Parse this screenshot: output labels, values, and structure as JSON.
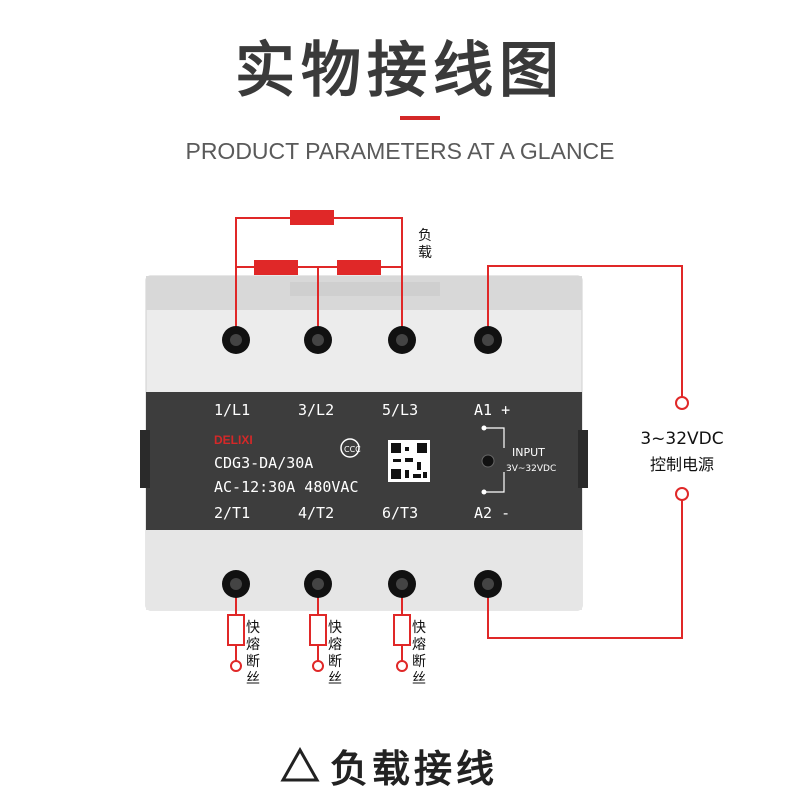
{
  "title": "实物接线图",
  "subtitle": "PRODUCT PARAMETERS AT A GLANCE",
  "footer_text": "负载接线",
  "load_label": "负载",
  "power": {
    "voltage": "3~32VDC",
    "label": "控制电源"
  },
  "fuse_label": "快熔断丝",
  "device": {
    "brand": "DELIXI",
    "model": "CDG3-DA/30A",
    "rating": "AC-12:30A 480VAC",
    "input_label": "INPUT",
    "input_range": "3V~32VDC",
    "top_terminals": [
      "1/L1",
      "3/L2",
      "5/L3",
      "A1 +"
    ],
    "bottom_terminals": [
      "2/T1",
      "4/T2",
      "6/T3",
      "A2 -"
    ]
  },
  "colors": {
    "wire": "#e02828",
    "panel": "#3d3d3d",
    "body": "#e9e9e9"
  }
}
